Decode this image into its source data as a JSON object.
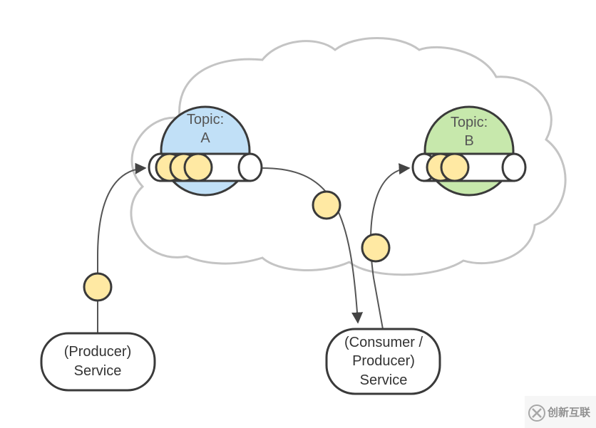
{
  "topics": [
    {
      "line1": "Topic:",
      "line2": "A",
      "color": "#c1e0f7"
    },
    {
      "line1": "Topic:",
      "line2": "B",
      "color": "#c7e8ac"
    }
  ],
  "services": {
    "producer": {
      "line1": "(Producer)",
      "line2": "Service"
    },
    "consumer_producer": {
      "line1": "(Consumer /",
      "line2": "Producer)",
      "line3": "Service"
    }
  },
  "colors": {
    "message": "#ffe9a3",
    "stroke": "#3a3a3a",
    "cloud": "#c4c4c4",
    "arrow": "#555555"
  },
  "watermark": {
    "text": "创新互联",
    "icon": "logo-x-icon"
  }
}
